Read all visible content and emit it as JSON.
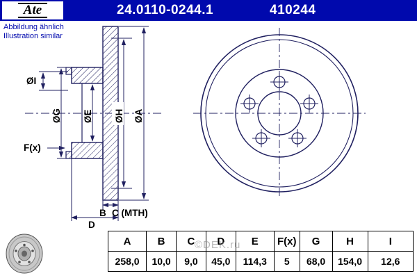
{
  "colors": {
    "header_bg": "#0009ad",
    "note_text": "#0009ad",
    "drawing_line": "#202060"
  },
  "header": {
    "logo_text": "Ate",
    "part_number": "24.0110-0244.1",
    "ref_number": "410244"
  },
  "note": {
    "line1": "Abbildung ähnlich",
    "line2": "Illustration similar"
  },
  "drawing": {
    "labels": {
      "dia_i": "ØI",
      "dia_g": "ØG",
      "dia_e": "ØE",
      "dia_h": "ØH",
      "dia_a": "ØA",
      "f": "F(x)",
      "b": "B",
      "c": "C (MTH)",
      "d": "D"
    }
  },
  "watermark": "©DEK.ru",
  "table": {
    "headers": [
      "A",
      "B",
      "C",
      "D",
      "E",
      "F(x)",
      "G",
      "H",
      "I"
    ],
    "values": [
      "258,0",
      "10,0",
      "9,0",
      "45,0",
      "114,3",
      "5",
      "68,0",
      "154,0",
      "12,6"
    ]
  }
}
